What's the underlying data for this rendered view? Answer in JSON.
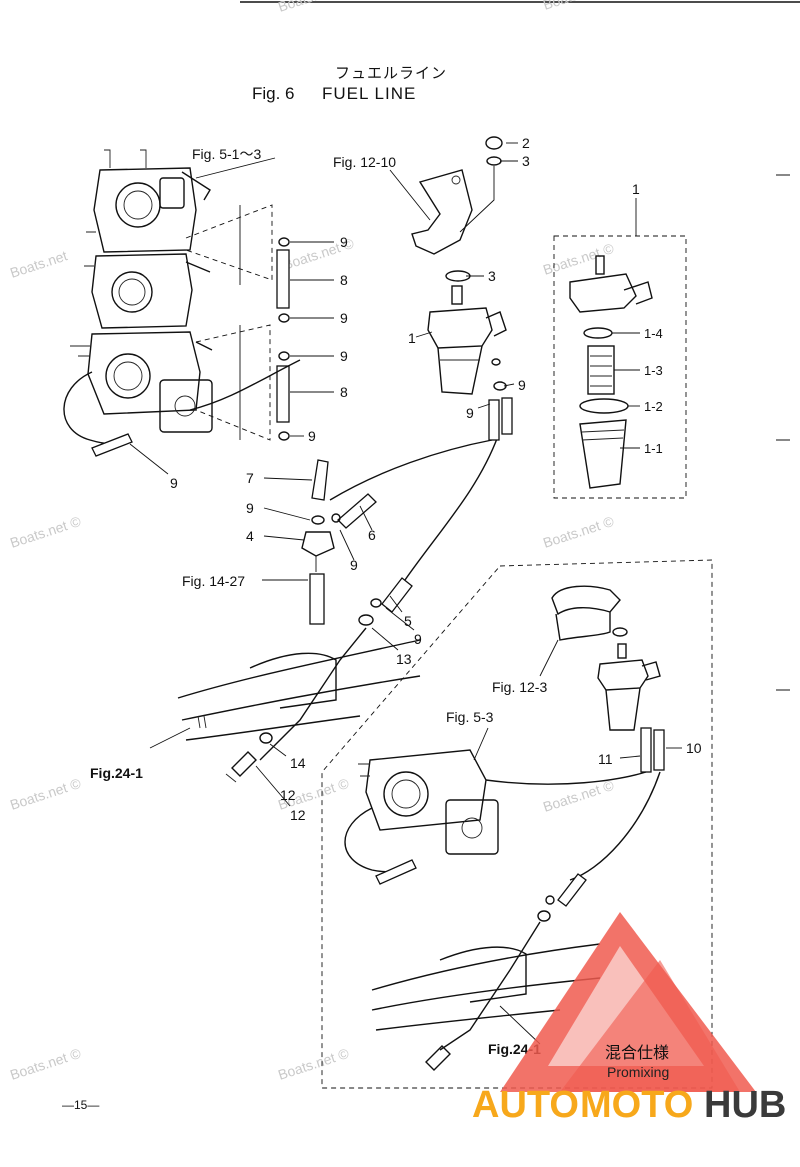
{
  "header": {
    "title_jp": "フュエルライン",
    "fig_label": "Fig. 6",
    "title_en": "FUEL LINE"
  },
  "callouts": {
    "fig_5_1_3": "Fig. 5-1～3",
    "fig_12_10": "Fig. 12-10",
    "fig_14_27": "Fig. 14-27",
    "fig_24_1_upper": "Fig.24-1",
    "fig_12_3": "Fig. 12-3",
    "fig_5_3": "Fig. 5-3",
    "fig_24_1_lower": "Fig.24-1"
  },
  "part_numbers": {
    "n1_top": "1",
    "n2": "2",
    "n3_top": "3",
    "n3_mid": "3",
    "n1_filter": "1",
    "n1_4": "1-4",
    "n1_3": "1-3",
    "n1_2": "1-2",
    "n1_1": "1-1",
    "n9_a": "9",
    "n8_a": "8",
    "n9_b": "9",
    "n9_c": "9",
    "n8_b": "8",
    "n9_d": "9",
    "n9_e": "9",
    "n9_f": "9",
    "n9_g": "9",
    "n7": "7",
    "n9_h": "9",
    "n4": "4",
    "n6": "6",
    "n9_i": "9",
    "n5": "5",
    "n9_j": "9",
    "n13": "13",
    "n14": "14",
    "n12_a": "12",
    "n12_b": "12",
    "n11": "11",
    "n10": "10"
  },
  "promixing": {
    "jp": "混合仕様",
    "en": "Promixing"
  },
  "page_number": "—15—",
  "watermarks": {
    "w1": "Boats.net",
    "w2": "Boats.net ©",
    "w3": "Boats.net ©",
    "w4": "Boats.net ©",
    "w5": "Boats.net ©",
    "w6": "Boats.net ©",
    "w7": "Boats.net ©",
    "w8": "Boats.net ©",
    "w9": "Boats.net ©",
    "w10": "Boats.net ©",
    "w11": "Boats.net ©",
    "w12": "Boats.net ©"
  },
  "logo": {
    "word_a": "AUTO",
    "word_b": "MOTO",
    "word_c": "HUB",
    "color_red": "#f05a4f",
    "color_orange": "#f7a81b",
    "color_dark": "#3a3a3a"
  }
}
